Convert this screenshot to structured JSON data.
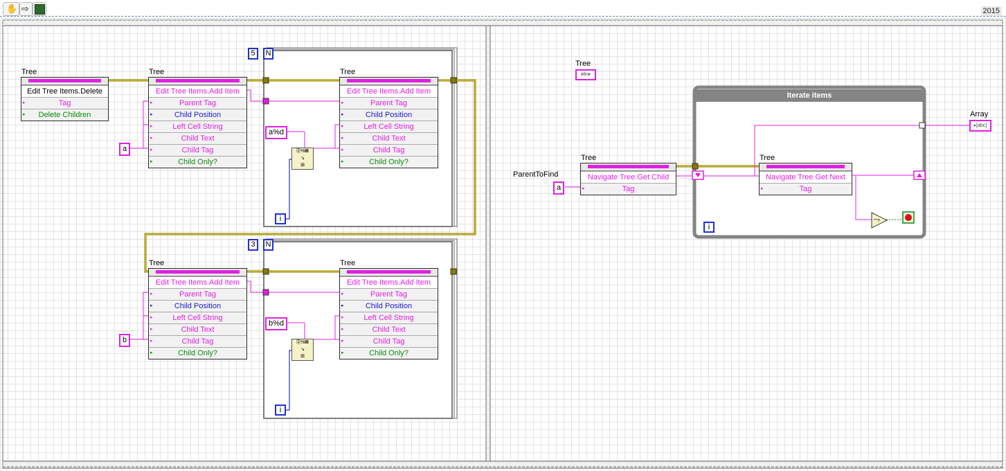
{
  "version": "2015",
  "toolbar": {
    "hand_icon": "hand-icon",
    "arrow_icon": "arrow-icon",
    "vi_icon": "vi-icon"
  },
  "colors": {
    "string_wire": "#e020e0",
    "refnum_wire": "#8a7a00",
    "int_wire": "#2030d0",
    "loop_border": "#848484",
    "grid": "#e3e3e3"
  },
  "left_frame": {
    "delete_node": {
      "caption": "Tree",
      "method": "Edit Tree Items.Delete",
      "inputs": [
        "Tag",
        "Delete Children"
      ]
    },
    "add_item_rows": [
      "Parent Tag",
      "Child Position",
      "Left Cell String",
      "Child Text",
      "Child Tag",
      "Child Only?"
    ],
    "add_item_method": "Edit Tree Items.Add Item",
    "add_item_caption": "Tree",
    "loop1": {
      "count": "5",
      "n_label": "N",
      "i_label": "i",
      "format": "a%d",
      "parent_const": "a"
    },
    "loop2": {
      "count": "3",
      "n_label": "N",
      "i_label": "i",
      "format": "b%d",
      "parent_const": "b"
    }
  },
  "right_frame": {
    "tree_control": {
      "caption": "Tree",
      "glyph": "abc"
    },
    "parent_to_find": {
      "caption": "ParentToFind",
      "value": "a"
    },
    "get_child": {
      "caption": "Tree",
      "method": "Navigate Tree.Get Child",
      "inputs": [
        "Tag"
      ]
    },
    "while_loop": {
      "title": "Iterate items",
      "i_label": "i"
    },
    "get_next": {
      "caption": "Tree",
      "method": "Navigate Tree.Get Next",
      "inputs": [
        "Tag"
      ]
    },
    "array_indicator": {
      "caption": "Array",
      "glyph": "abc"
    }
  }
}
